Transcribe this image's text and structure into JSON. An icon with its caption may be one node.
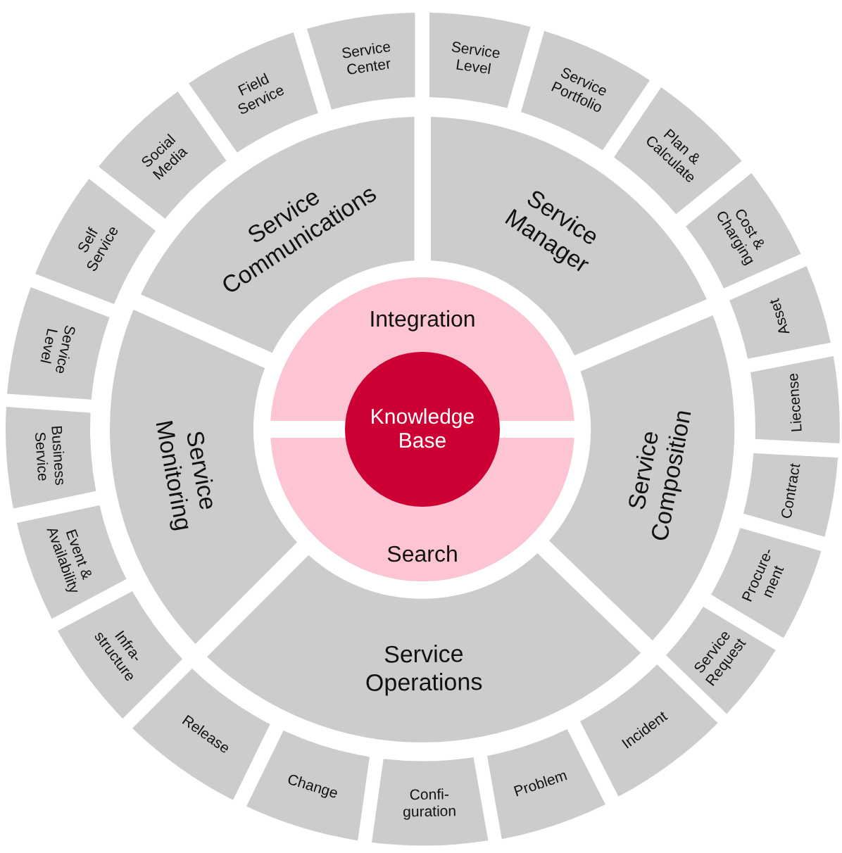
{
  "diagram": {
    "nodes": [
      {
        "text": [
          "Integration"
        ]
      },
      {
        "text": [
          "Knowledge Base"
        ]
      },
      {
        "text": [
          "Search"
        ]
      },
      {
        "text": [
          "Service Communications"
        ]
      },
      {
        "text": [
          "Service Manager"
        ]
      },
      {
        "text": [
          "Service Composition"
        ]
      },
      {
        "text": [
          "Service Operations"
        ]
      },
      {
        "text": [
          "Service Monitoring"
        ]
      },
      {
        "text": [
          "Service Center"
        ]
      },
      {
        "text": [
          "Service Level"
        ]
      },
      {
        "text": [
          "Service Portfolio"
        ]
      },
      {
        "text": [
          "Plan & Calculate"
        ]
      },
      {
        "text": [
          "Cost & Charging"
        ]
      },
      {
        "text": [
          "Asset"
        ]
      },
      {
        "text": [
          "Liecense"
        ]
      },
      {
        "text": [
          "Contract"
        ]
      },
      {
        "text": [
          "Procure-ment"
        ]
      },
      {
        "text": [
          "Service Request"
        ]
      },
      {
        "text": [
          "Incident"
        ]
      },
      {
        "text": [
          "Problem"
        ]
      },
      {
        "text": [
          "Confi-guration"
        ]
      },
      {
        "text": [
          "Change"
        ]
      },
      {
        "text": [
          "Release"
        ]
      },
      {
        "text": [
          "Infra-structure"
        ]
      },
      {
        "text": [
          "Event & Availability"
        ]
      },
      {
        "text": [
          "Business Service"
        ]
      },
      {
        "text": [
          "Service Level"
        ]
      },
      {
        "text": [
          "Self Service"
        ]
      },
      {
        "text": [
          "Social Media"
        ]
      },
      {
        "text": [
          "Field Service"
        ]
      }
    ]
  }
}
